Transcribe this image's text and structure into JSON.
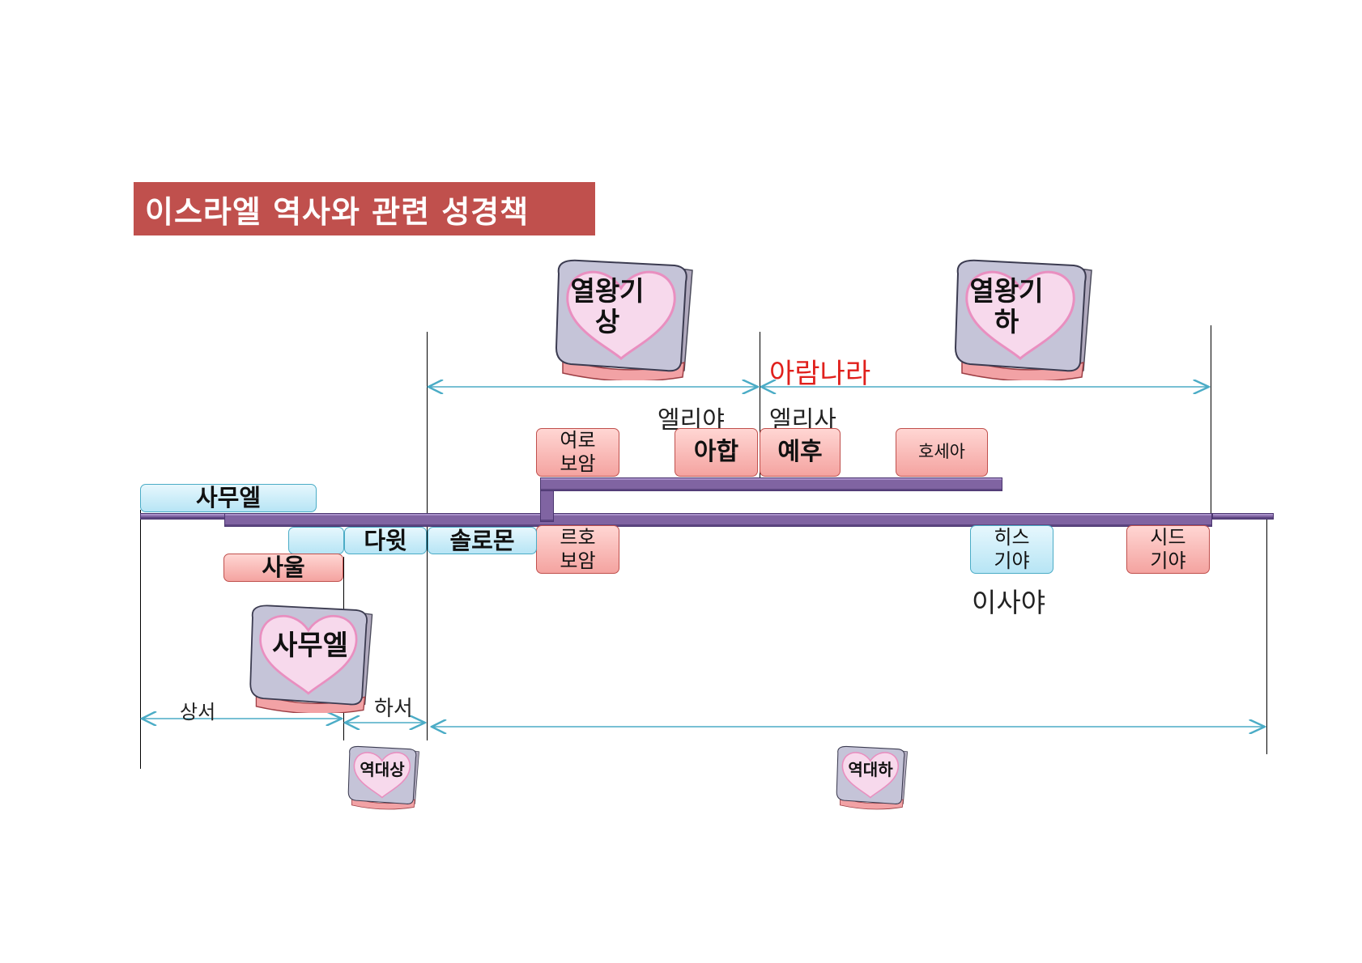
{
  "title": "이스라엘 역사와 관련 성경책",
  "aram_label": "아람나라",
  "colors": {
    "title_bg": "#c0504d",
    "bar": "#8064a2",
    "arrow": "#4bacc6",
    "red_box": "#f4a3a0",
    "blue_box": "#b7e5f5",
    "aram_text": "#e0201c"
  },
  "books": {
    "kings1": {
      "line1": "열왕기",
      "line2": "상",
      "icon": "heart-book-icon"
    },
    "kings2": {
      "line1": "열왕기",
      "line2": "하",
      "icon": "heart-book-icon"
    },
    "samuel": {
      "line1": "사무엘",
      "icon": "heart-book-icon"
    },
    "chron1": {
      "line1": "역대상",
      "icon": "heart-book-icon"
    },
    "chron2": {
      "line1": "역대하",
      "icon": "heart-book-icon"
    }
  },
  "prophets": {
    "elijah": "엘리야",
    "elisha": "엘리사",
    "isaiah": "이사야"
  },
  "kings_north": {
    "jeroboam": [
      "여로",
      "보암"
    ],
    "ahab": "아합",
    "jehu": "예후",
    "hoshea": "호세아"
  },
  "kings_south": {
    "rehoboam": [
      "르호",
      "보암"
    ],
    "hezekiah": [
      "히스",
      "기야"
    ],
    "zedekiah": [
      "시드",
      "기야"
    ]
  },
  "united": {
    "samuel": "사무엘",
    "saul": "사울",
    "david": "다윗",
    "solomon": "솔로몬"
  },
  "spans": {
    "samuel_first": "상서",
    "samuel_second": "하서"
  }
}
